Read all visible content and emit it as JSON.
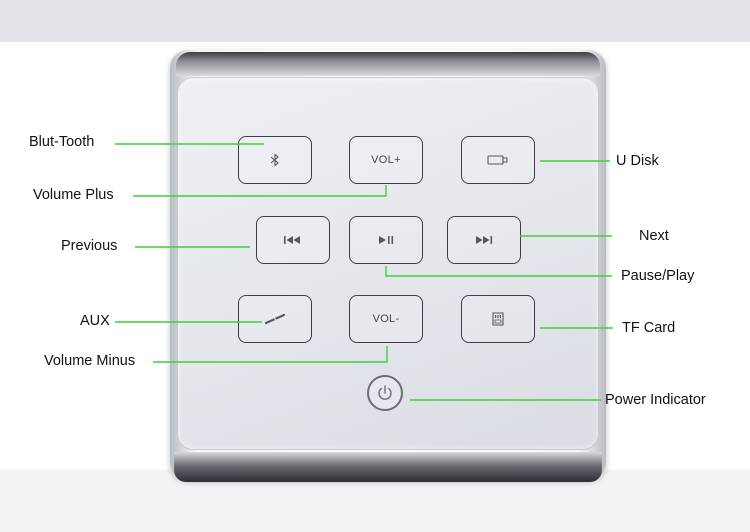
{
  "labels": {
    "bluetooth": "Blut-Tooth",
    "volume_plus": "Volume Plus",
    "previous": "Previous",
    "aux": "AUX",
    "volume_minus": "Volume Minus",
    "u_disk": "U Disk",
    "next": "Next",
    "pause_play": "Pause/Play",
    "tf_card": "TF Card",
    "power_indicator": "Power Indicator"
  },
  "buttons": {
    "vol_plus_text": "VOL+",
    "vol_minus_text": "VOL-"
  },
  "icons": {
    "bluetooth": "bluetooth-icon",
    "u_disk": "usb-drive-icon",
    "previous": "skip-previous-icon",
    "pause_play": "play-pause-icon",
    "next": "skip-next-icon",
    "aux": "aux-cable-icon",
    "tf_card": "sd-card-icon",
    "power": "power-icon"
  },
  "colors": {
    "leader_line": "#3ad13a"
  }
}
